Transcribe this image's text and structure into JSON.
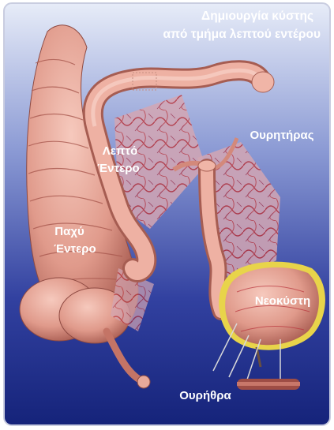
{
  "title": {
    "line1": "Δημιουργία κύστης",
    "line2": "από τμήμα λεπτού εντέρου"
  },
  "labels": {
    "small_intestine_line1": "Λεπτό",
    "small_intestine_line2": "Έντερο",
    "large_intestine_line1": "Παχύ",
    "large_intestine_line2": "Έντερο",
    "ureters": "Ουρητήρας",
    "neobladder": "Νεοκύστη",
    "urethra": "Ουρήθρα"
  },
  "colors": {
    "background_top": "#dfe6f6",
    "background_bottom": "#15237a",
    "bowel": "#e6a496",
    "bowel_shadow": "#b56a5e",
    "mesentery": "#c99aa8",
    "vessel": "#c0392b",
    "neobladder_rim": "#e8d44a",
    "frame": "#d8d8e8"
  }
}
